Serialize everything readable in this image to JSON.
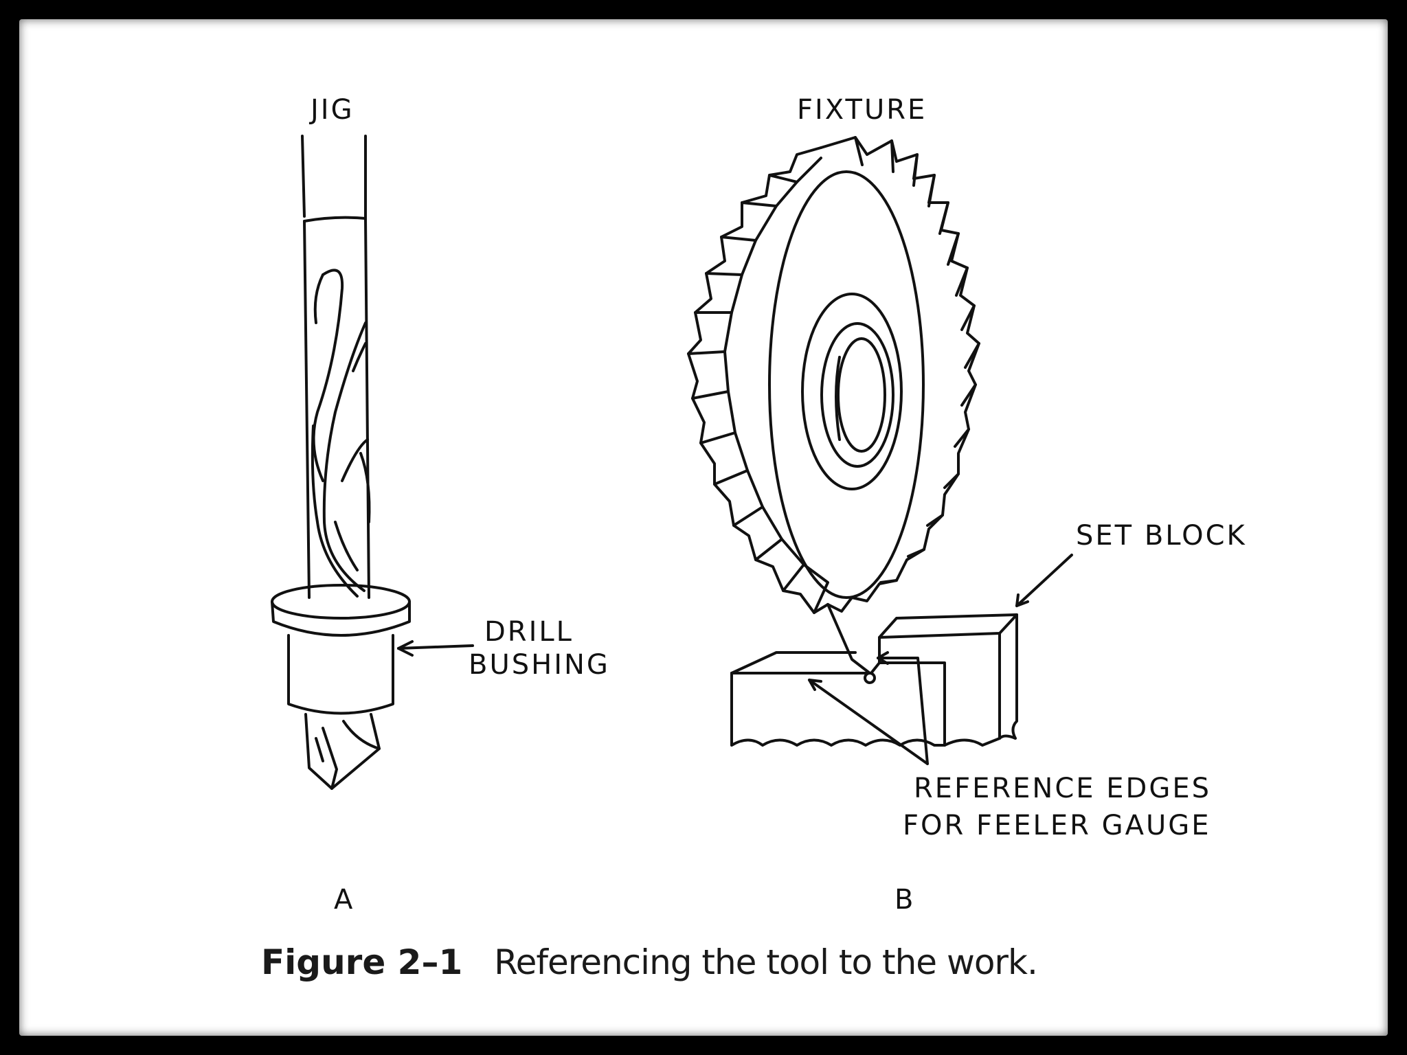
{
  "labels": {
    "jig": "JIG",
    "fixture": "FIXTURE",
    "drill_bushing_line1": "DRILL",
    "drill_bushing_line2": "BUSHING",
    "set_block": "SET BLOCK",
    "reference_edges_line1": "REFERENCE EDGES",
    "reference_edges_line2": "FOR FEELER GAUGE",
    "panel_a": "A",
    "panel_b": "B"
  },
  "caption": {
    "number": "Figure 2–1",
    "text": "Referencing the tool to the work."
  },
  "colors": {
    "frame": "#000000",
    "background": "#ffffff",
    "ink": "#111111"
  }
}
